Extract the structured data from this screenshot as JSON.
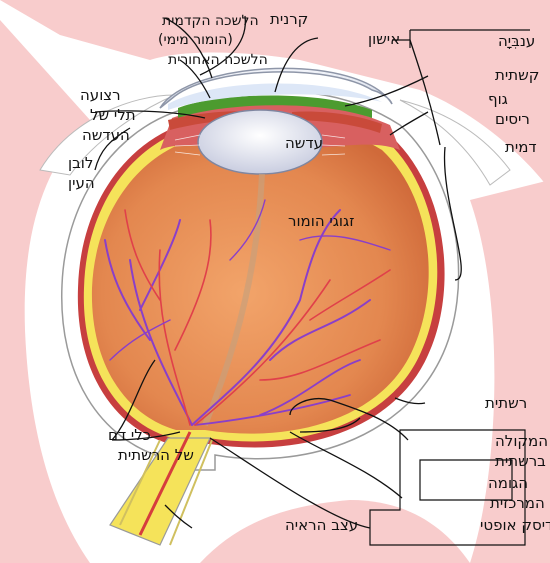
{
  "diagram": {
    "language": "he",
    "labels": {
      "cornea": "קרנית",
      "anterior_chamber_1": "הלשכה הקדמית",
      "anterior_chamber_2": "(הומור מימי)",
      "posterior_chamber": "הלשכה האחורית",
      "pupil": "אישון",
      "zonule_1": "רצועה",
      "zonule_2": "תלי של",
      "zonule_3": "העדשה",
      "lens": "עדשה",
      "sclera_1": "לובן",
      "sclera_2": "העין",
      "vitreous": "זגוגי הומור",
      "conjunctiva": "ענבִּיָה",
      "iris": "קשתית",
      "ciliary_1": "גוף",
      "ciliary_2": "ריסים",
      "choroid": "דמית",
      "retinal_vessels_1": "כלי דם",
      "retinal_vessels_2": "של הרשתית",
      "retina": "רשתית",
      "macula_1": "המקולה",
      "macula_2": "ברשתית",
      "fovea_1": "הגומה",
      "fovea_2": "המרכזית",
      "optic_nerve": "עצב הראיה",
      "optic_disc": "דיסק אופטי"
    },
    "colors": {
      "background_tissue": "#f8cccc",
      "vitreous": "#e3874f",
      "sclera": "#ffffff",
      "retina": "#f5e35a",
      "choroid": "#c73f3f",
      "veins": "#8a3fc9",
      "arteries": "#e0404a",
      "cornea": "#e8ecf4",
      "lens": "#ffffff",
      "leader": "#111111"
    }
  }
}
